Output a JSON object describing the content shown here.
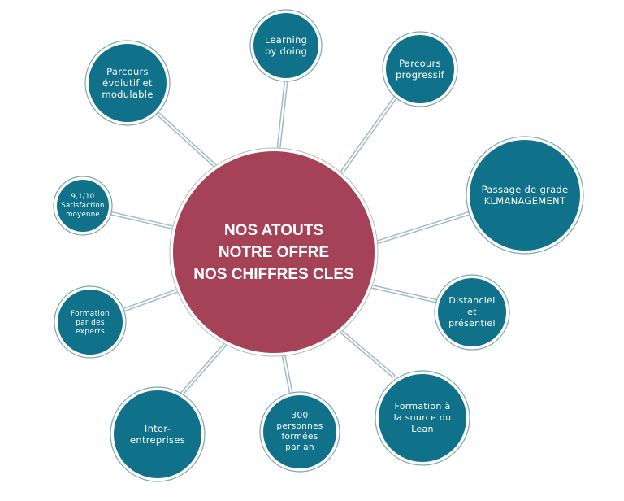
{
  "hub": {
    "title": "NOS ATOUTS\nNOTRE OFFRE\nNOS CHIFFRES CLES"
  },
  "satellites": [
    {
      "label": "Learning\nby doing"
    },
    {
      "label": "Parcours\nprogressif"
    },
    {
      "label": "Passage de grade\nKLMANAGEMENT"
    },
    {
      "label": "Distanciel\net\nprésentiel"
    },
    {
      "label": "Formation à\nla source du\nLean"
    },
    {
      "label": "300\npersonnes\nformées\npar an"
    },
    {
      "label": "Inter-\nentreprises"
    },
    {
      "label": "Formation\npar des\nexperts"
    },
    {
      "label": "9,1/10\nSatisfaction\nmoyenne"
    },
    {
      "label": "Parcours\névolutif et\nmodulable"
    }
  ],
  "colors": {
    "hub": "#a54257",
    "satellite": "#10728a",
    "connector": "#9fbcc6",
    "text": "#ffffff"
  }
}
